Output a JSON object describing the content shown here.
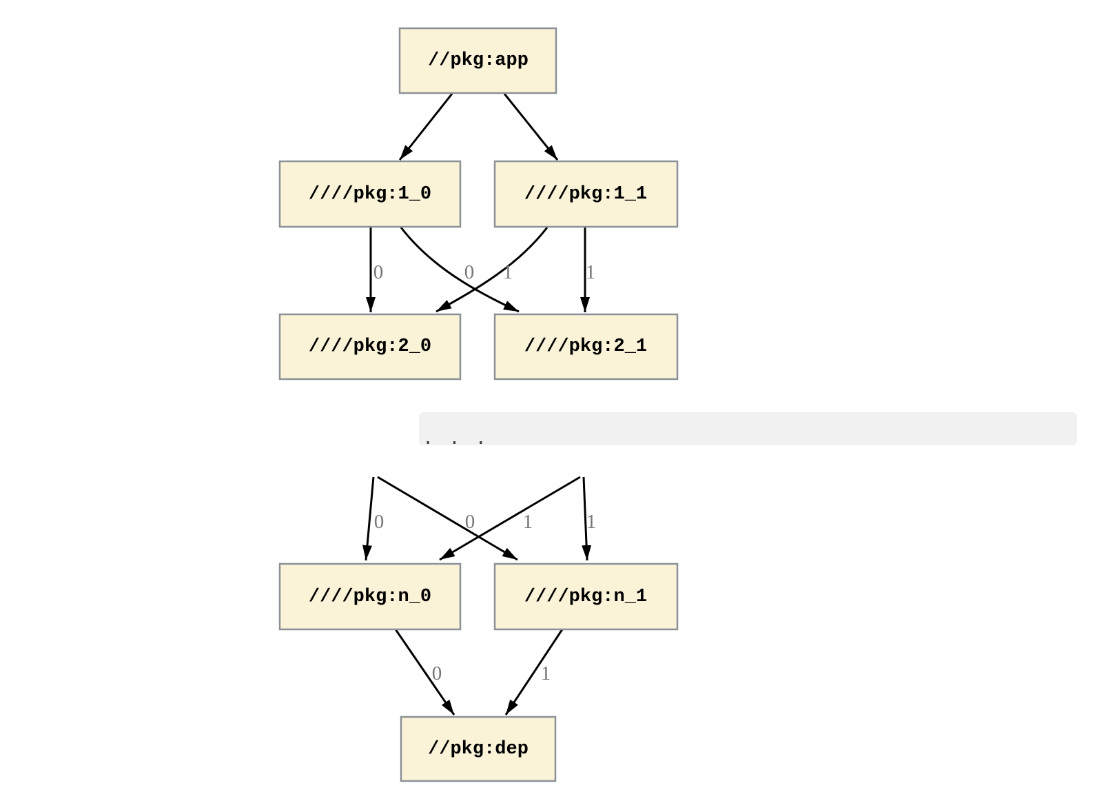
{
  "diagram": {
    "nodes": {
      "app": {
        "label": "//pkg:app"
      },
      "n1_0": {
        "label": "////pkg:1_0"
      },
      "n1_1": {
        "label": "////pkg:1_1"
      },
      "n2_0": {
        "label": "////pkg:2_0"
      },
      "n2_1": {
        "label": "////pkg:2_1"
      },
      "nn_0": {
        "label": "////pkg:n_0"
      },
      "nn_1": {
        "label": "////pkg:n_1"
      },
      "dep": {
        "label": "//pkg:dep"
      }
    },
    "ellipsis_text": ". . .",
    "edge_labels": {
      "upper": [
        "0",
        "0",
        "1",
        "1"
      ],
      "middle": [
        "0",
        "0",
        "1",
        "1"
      ],
      "lower": [
        "0",
        "1"
      ]
    },
    "colors": {
      "background": "#ffffff",
      "node-fill": "#faf3d8",
      "node-border": "#8b9196",
      "edge": "#000000",
      "edge-label": "#777777",
      "ellipsis-bg": "#f1f1f1",
      "ellipsis-text": "#3a3a3a"
    }
  }
}
